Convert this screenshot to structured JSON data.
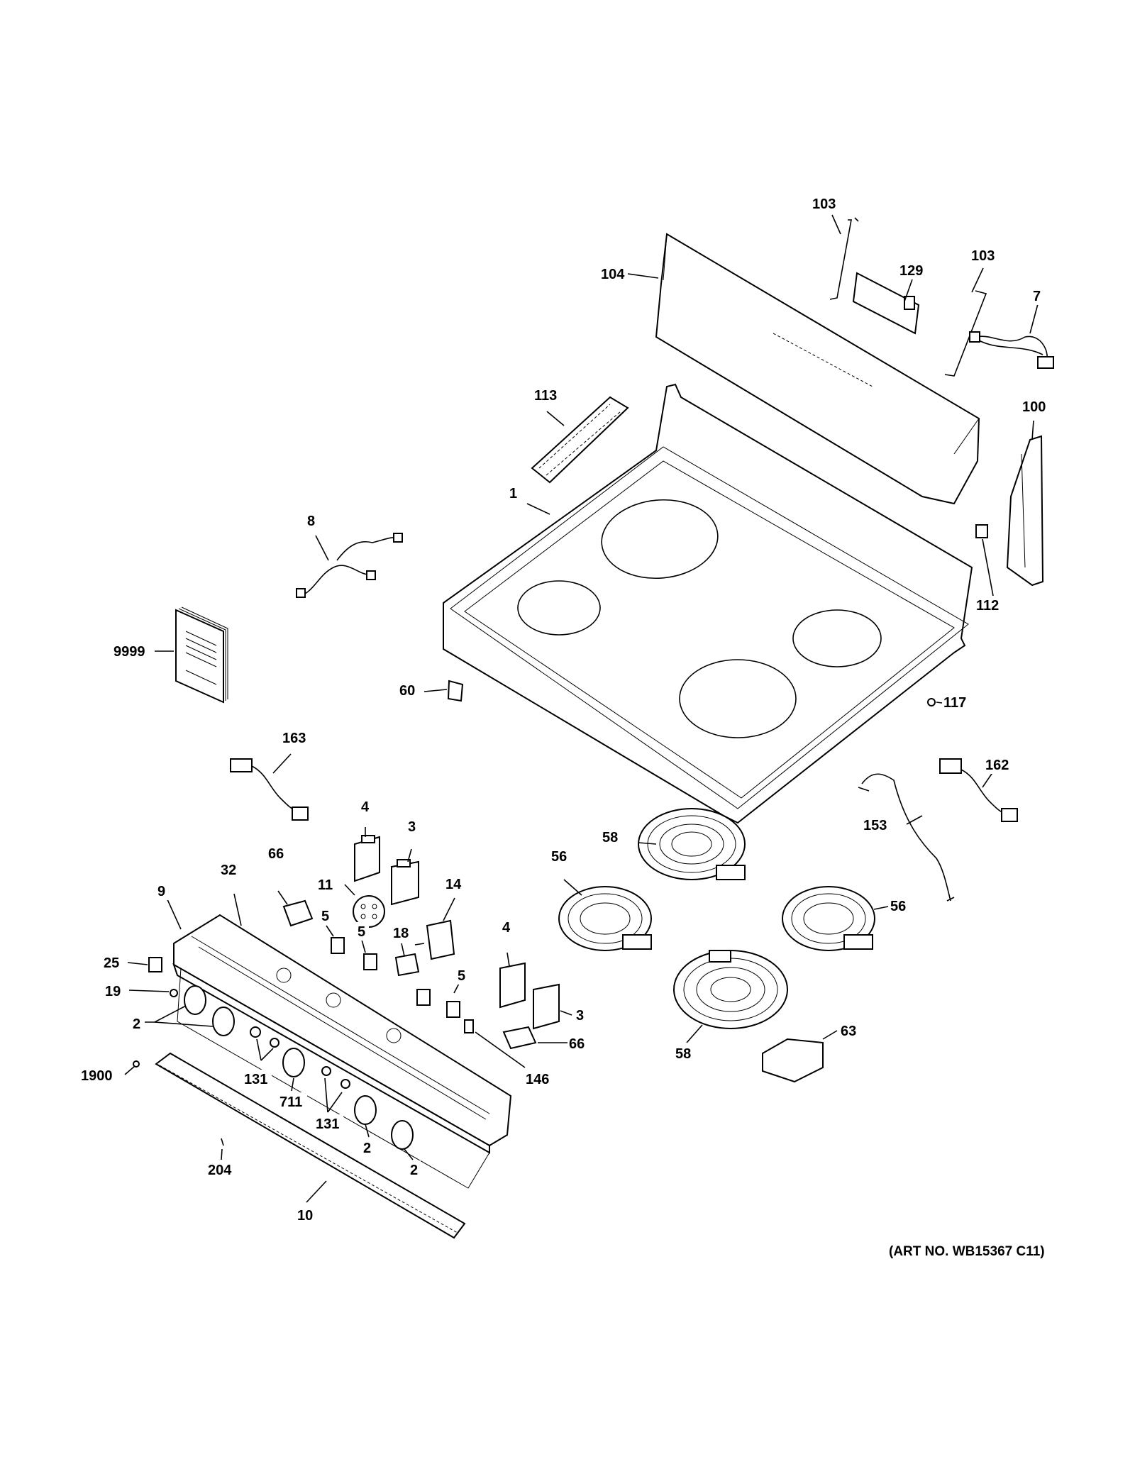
{
  "art_number": "(ART NO. WB15367 C11)",
  "labels": {
    "l103a": "103",
    "l104": "104",
    "l129": "129",
    "l103b": "103",
    "l7": "7",
    "l113": "113",
    "l100": "100",
    "l1": "1",
    "l8": "8",
    "l112": "112",
    "l9999": "9999",
    "l60": "60",
    "l117": "117",
    "l163": "163",
    "l162": "162",
    "l153": "153",
    "l4a": "4",
    "l3a": "3",
    "l66a": "66",
    "l32": "32",
    "l11": "11",
    "l14": "14",
    "l9": "9",
    "l5a": "5",
    "l5b": "5",
    "l18": "18",
    "l58a": "58",
    "l56a": "56",
    "l56b": "56",
    "l4b": "4",
    "l5c": "5",
    "l25": "25",
    "l19": "19",
    "l3b": "3",
    "l2a": "2",
    "l66b": "66",
    "l63": "63",
    "l58b": "58",
    "l1900": "1900",
    "l131a": "131",
    "l146": "146",
    "l711": "711",
    "l131b": "131",
    "l2b": "2",
    "l204": "204",
    "l2c": "2",
    "l10": "10"
  }
}
